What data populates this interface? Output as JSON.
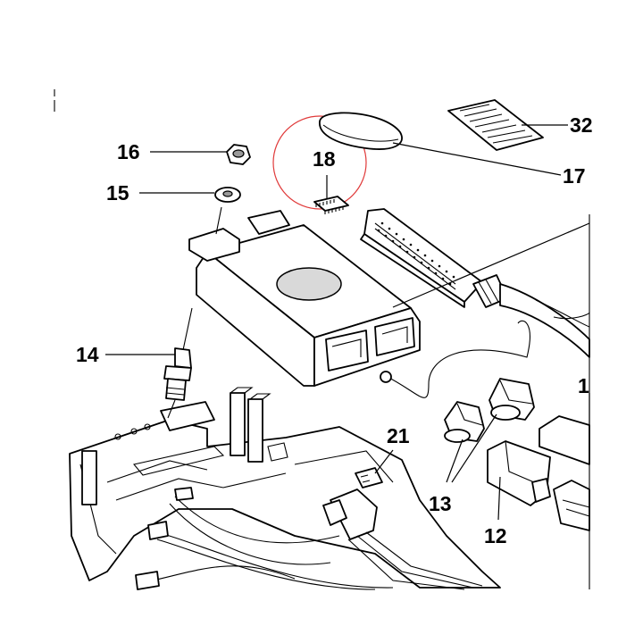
{
  "callouts": {
    "c16": "16",
    "c15": "15",
    "c18": "18",
    "c17": "17",
    "c32": "32",
    "c14": "14",
    "c1": "1",
    "c21": "21",
    "c13": "13",
    "c12": "12"
  },
  "colors": {
    "line": "#000000",
    "highlight_circle": "#e03a3a",
    "background": "#ffffff"
  }
}
